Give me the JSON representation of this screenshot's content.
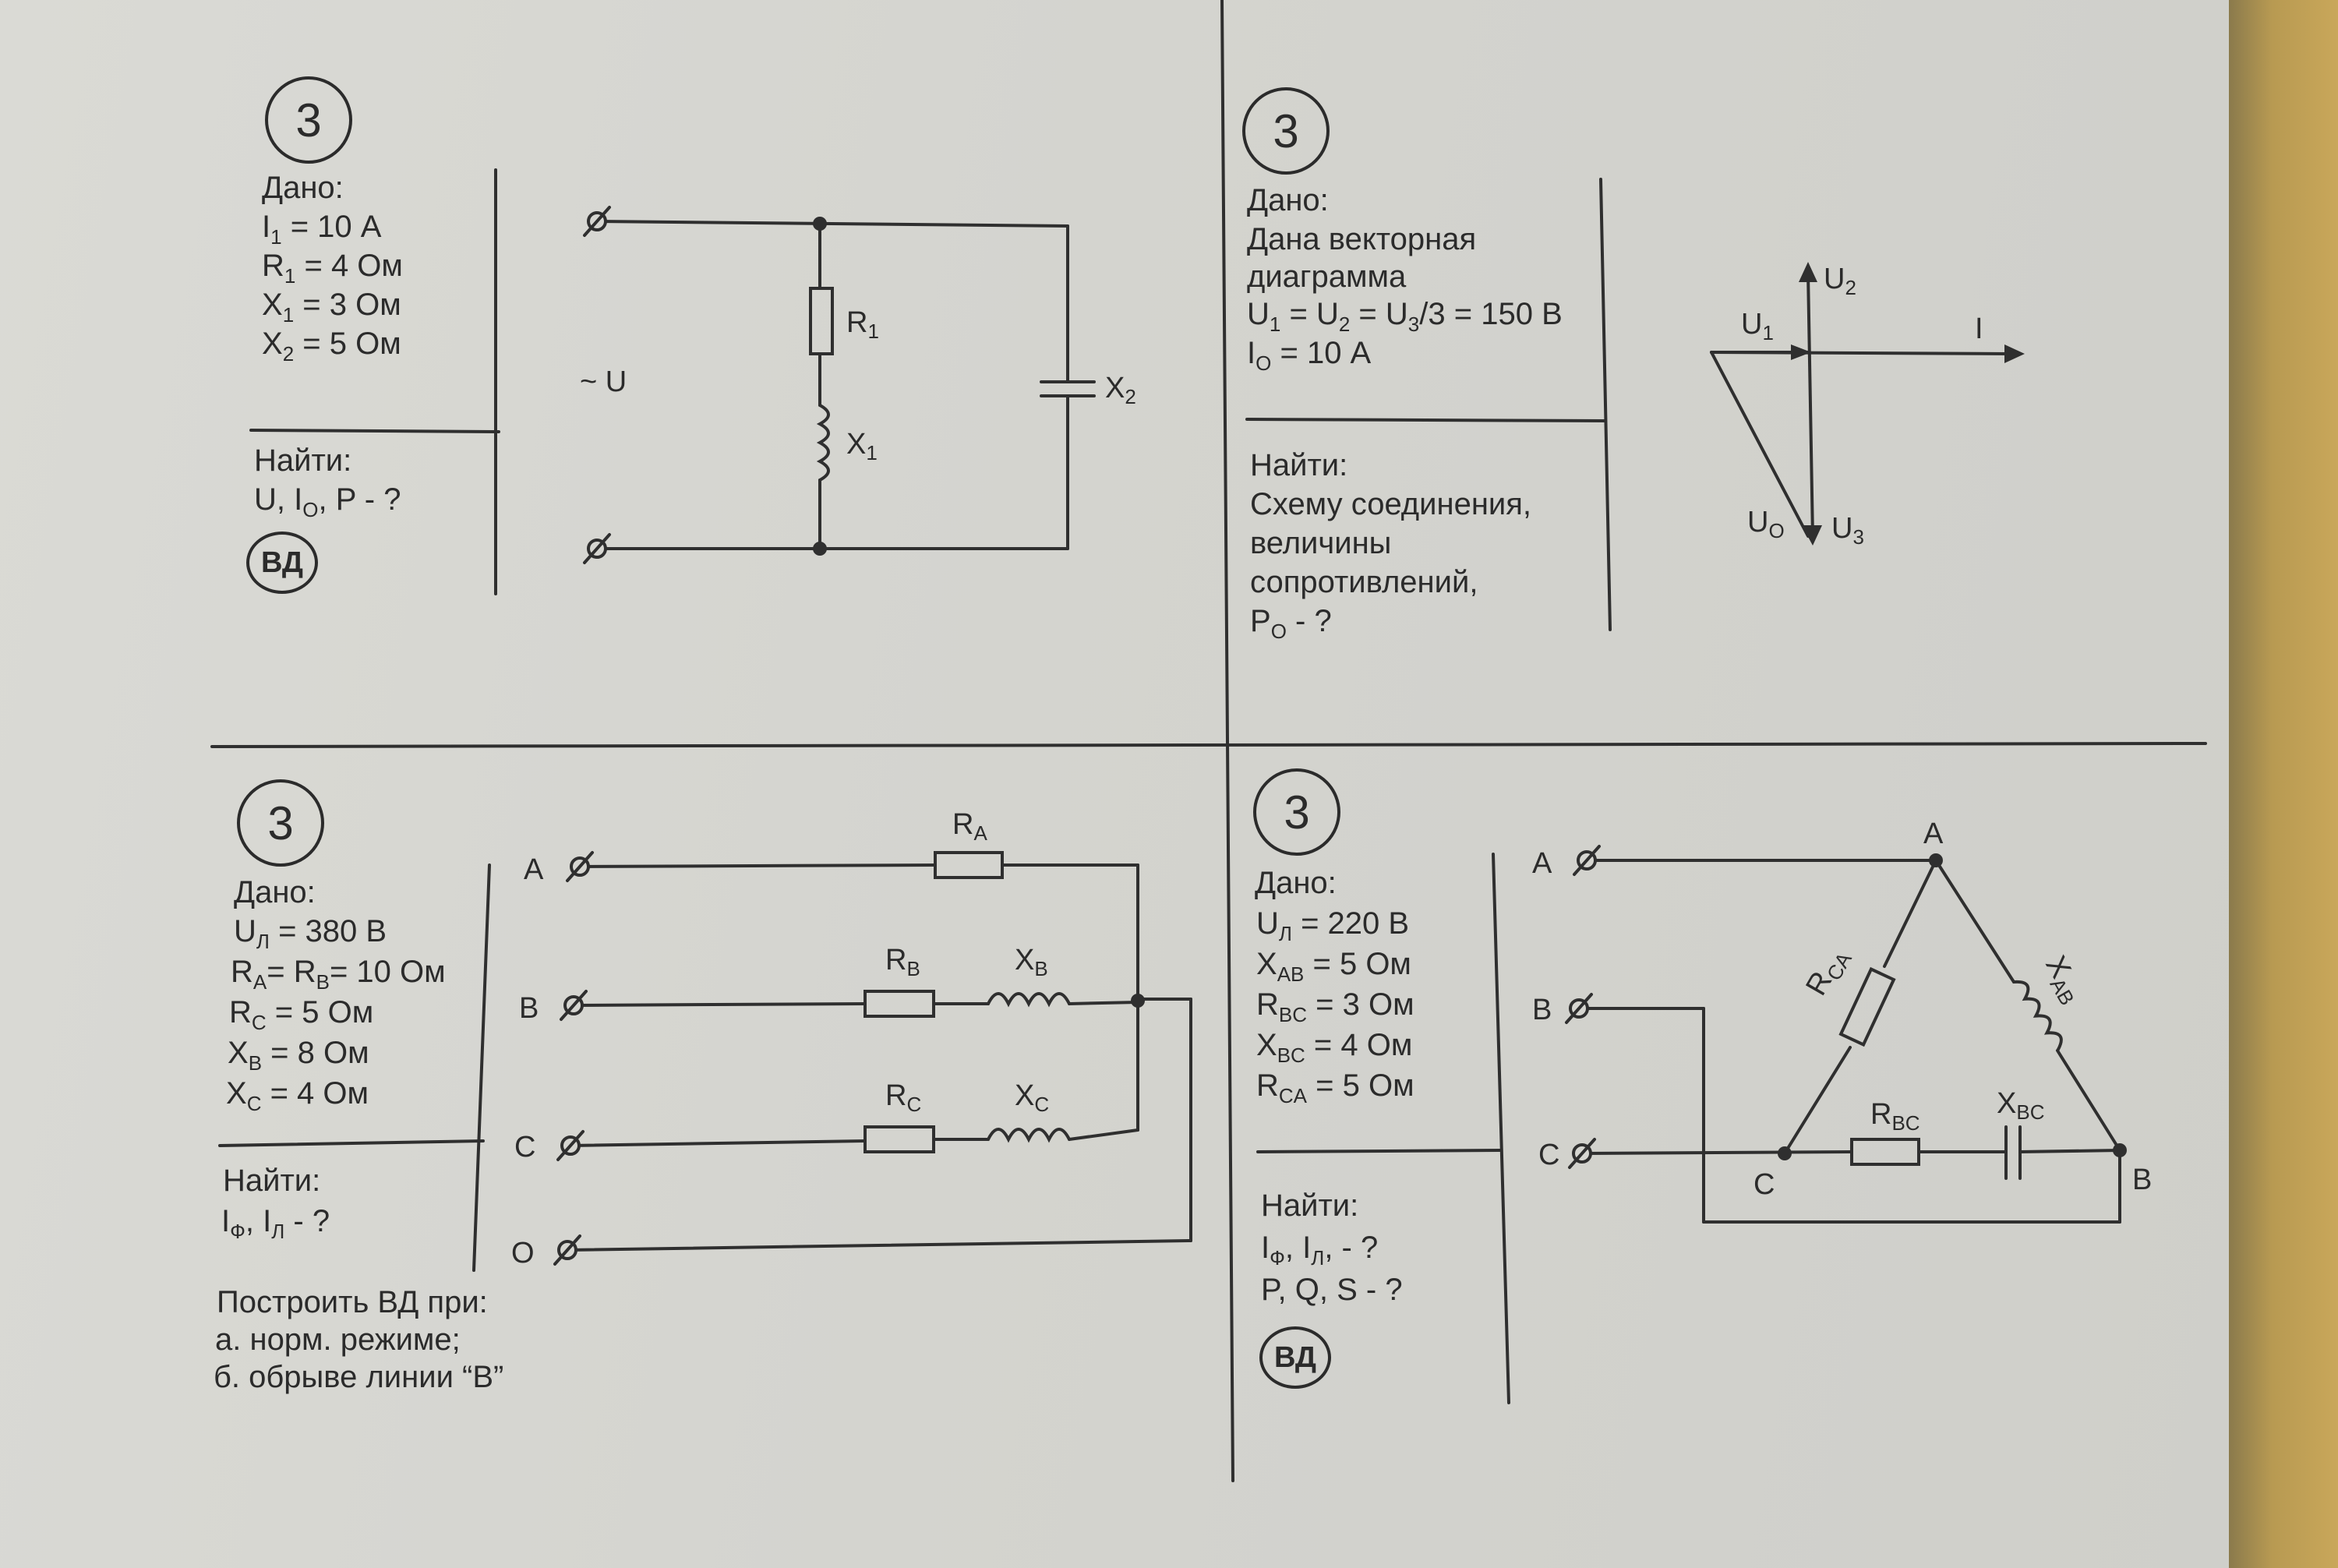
{
  "panel1": {
    "number": "3",
    "given_label": "Дано:",
    "given": [
      {
        "sym": "I",
        "sub": "1",
        "rest": " = 10 А"
      },
      {
        "sym": "R",
        "sub": "1",
        "rest": " = 4 Ом"
      },
      {
        "sym": "X",
        "sub": "1",
        "rest": " = 3 Ом"
      },
      {
        "sym": "X",
        "sub": "2",
        "rest": " = 5 Ом"
      }
    ],
    "find_label": "Найти:",
    "find": {
      "a": "U, I",
      "sub": "O",
      "b": ", P - ?"
    },
    "vd": "ВД",
    "circuit": {
      "source": "~ U",
      "r1": "R",
      "r1_sub": "1",
      "x1": "X",
      "x1_sub": "1",
      "x2": "X",
      "x2_sub": "2"
    }
  },
  "panel2": {
    "number": "3",
    "given_label": "Дано:",
    "given_lines": [
      "Дана векторная",
      "диаграмма"
    ],
    "formula": {
      "a": "U",
      "a_sub": "1",
      "b": " = U",
      "b_sub": "2",
      "c": " = U",
      "c_sub": "3",
      "d": "/3 = 150 В"
    },
    "current": {
      "sym": "I",
      "sub": "O",
      "rest": " = 10 А"
    },
    "find_label": "Найти:",
    "find_lines": [
      "Схему соединения,",
      "величины",
      "сопротивлений,"
    ],
    "find_last": {
      "sym": "P",
      "sub": "O",
      "rest": " - ?"
    },
    "diagram": {
      "u1": "U",
      "u1_sub": "1",
      "u2": "U",
      "u2_sub": "2",
      "u3": "U",
      "u3_sub": "3",
      "uo": "U",
      "uo_sub": "O",
      "i": "I"
    }
  },
  "panel3": {
    "number": "3",
    "given_label": "Дано:",
    "given": [
      {
        "html": "U<sub>Л</sub> = 380 В"
      },
      {
        "html": "R<sub>A</sub>= R<sub>B</sub>= 10 Ом"
      },
      {
        "html": "R<sub>C</sub> = 5 Ом"
      },
      {
        "html": "X<sub>B</sub> = 8 Ом"
      },
      {
        "html": "X<sub>C</sub> = 4 Ом"
      }
    ],
    "find_label": "Найти:",
    "find": {
      "a": "I",
      "a_sub": "Ф",
      "b": ", I",
      "b_sub": "Л",
      "c": " - ?"
    },
    "build_lines": [
      "Построить ВД при:",
      "а. норм. режиме;",
      "б. обрыве линии “В”"
    ],
    "circuit": {
      "A": "A",
      "B": "B",
      "C": "C",
      "O": "O",
      "ra": "R",
      "ra_sub": "A",
      "rb": "R",
      "rb_sub": "B",
      "xb": "X",
      "xb_sub": "B",
      "rc": "R",
      "rc_sub": "C",
      "xc": "X",
      "xc_sub": "C"
    }
  },
  "panel4": {
    "number": "3",
    "given_label": "Дано:",
    "given": [
      {
        "html": "U<sub>Л</sub> = 220 В"
      },
      {
        "html": "X<sub>AB</sub> = 5 Ом"
      },
      {
        "html": "R<sub>BC</sub> = 3 Ом"
      },
      {
        "html": "X<sub>BC</sub> = 4 Ом"
      },
      {
        "html": "R<sub>CA</sub> = 5 Ом"
      }
    ],
    "find_label": "Найти:",
    "find": {
      "a": "I",
      "a_sub": "Ф",
      "b": ", I",
      "b_sub": "Л",
      "c": ", - ?"
    },
    "find2": "P, Q, S - ?",
    "vd": "ВД",
    "circuit": {
      "A": "A",
      "B": "B",
      "C": "C",
      "nA": "A",
      "nB": "B",
      "nC": "C",
      "rca": "R",
      "rca_sub": "CA",
      "xab": "X",
      "xab_sub": "AB",
      "rbc": "R",
      "rbc_sub": "BC",
      "xbc": "X",
      "xbc_sub": "BC"
    }
  }
}
